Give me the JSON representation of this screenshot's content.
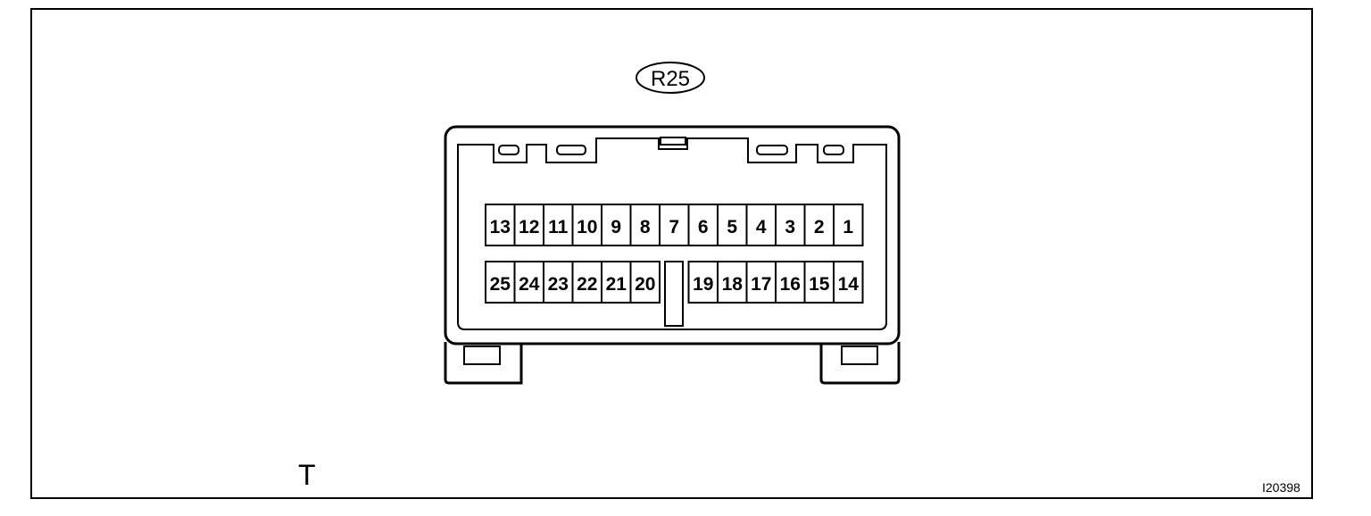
{
  "connector": {
    "code": "R25",
    "top_row": [
      "13",
      "12",
      "11",
      "10",
      "9",
      "8",
      "7",
      "6",
      "5",
      "4",
      "3",
      "2",
      "1"
    ],
    "bottom_row_left": [
      "25",
      "24",
      "23",
      "22",
      "21",
      "20"
    ],
    "bottom_row_right": [
      "19",
      "18",
      "17",
      "16",
      "15",
      "14"
    ]
  },
  "view_label": "T",
  "figure_code": "I20398"
}
